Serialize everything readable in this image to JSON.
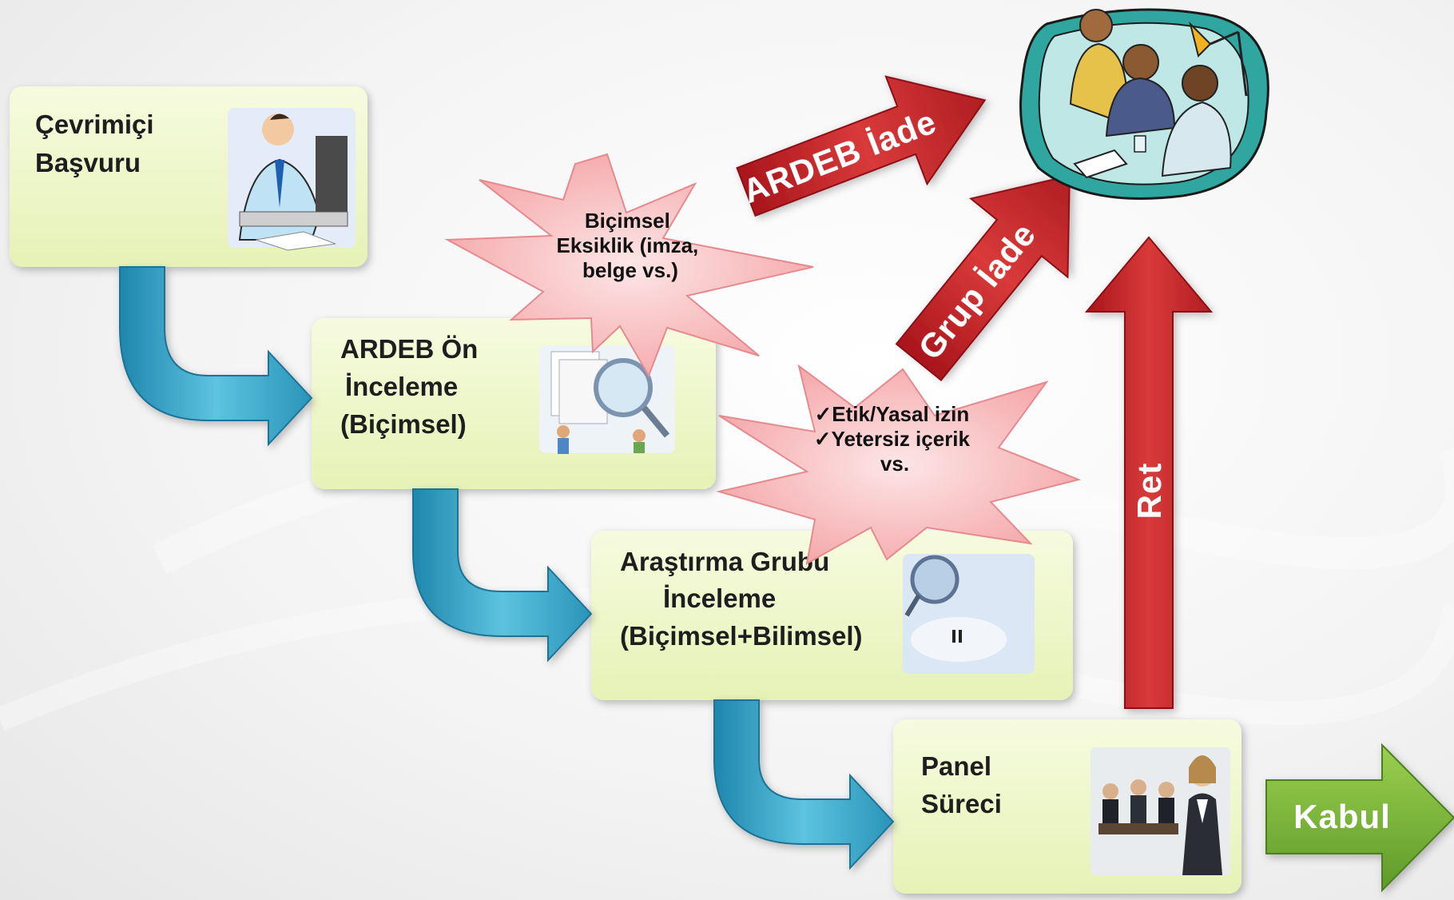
{
  "steps": [
    {
      "lines": [
        "Çevrimiçi",
        "Başvuru"
      ]
    },
    {
      "lines": [
        "ARDEB Ön",
        "İnceleme",
        "(Biçimsel)"
      ]
    },
    {
      "lines": [
        "Araştırma Grubu",
        "İnceleme",
        "(Biçimsel+Bilimsel)"
      ]
    },
    {
      "lines": [
        "Panel",
        "Süreci"
      ]
    }
  ],
  "bursts": [
    {
      "lines": [
        "Biçimsel",
        "Eksiklik (imza,",
        "belge vs.)"
      ]
    },
    {
      "lines": [
        "✓Etik/Yasal izin",
        "✓Yetersiz içerik",
        "vs."
      ]
    }
  ],
  "outcome_arrows": {
    "ardeb_iade": "ARDEB İade",
    "grup_iade": "Grup İade",
    "ret": "Ret",
    "kabul": "Kabul"
  },
  "colors": {
    "box_fill": "#eef7c8",
    "connector_blue": "#3aa6c8",
    "burst_fill": "#f8b6b8",
    "red_arrow": "#c62828",
    "green_arrow": "#7cb83c"
  }
}
